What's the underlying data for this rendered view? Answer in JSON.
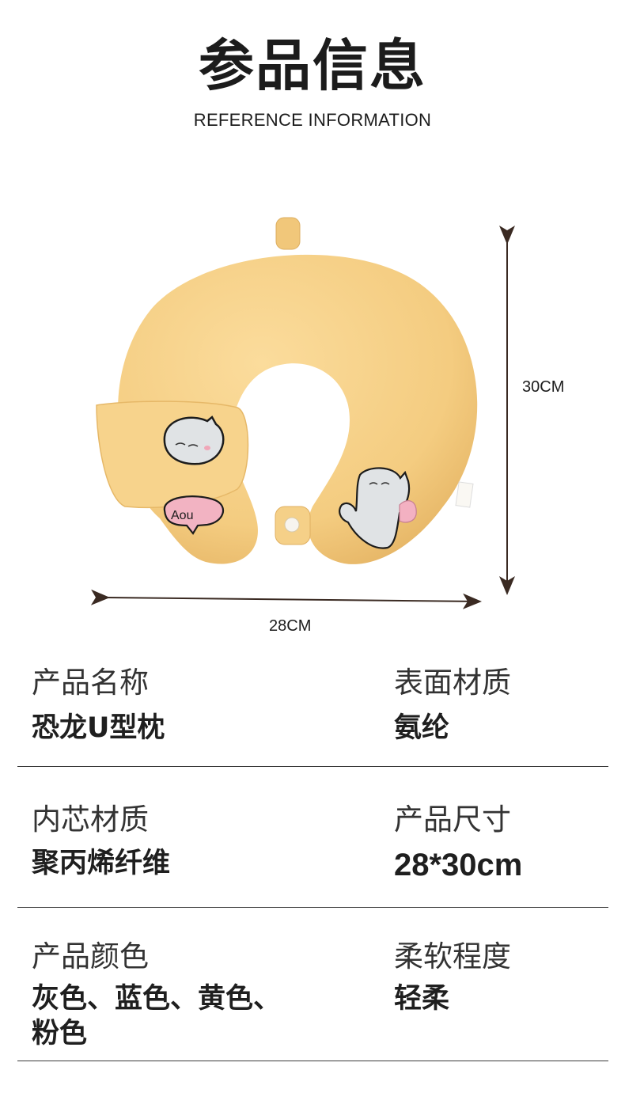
{
  "header": {
    "title": "参品信息",
    "subtitle": "REFERENCE INFORMATION"
  },
  "figure": {
    "width_label": "28CM",
    "height_label": "30CM",
    "bubble_text": "Aou"
  },
  "specs": [
    {
      "left_label": "产品名称",
      "left_value": "恐龙U型枕",
      "right_label": "表面材质",
      "right_value": "氨纶"
    },
    {
      "left_label": "内芯材质",
      "left_value": "聚丙烯纤维",
      "right_label": "产品尺寸",
      "right_value": "28*30cm"
    },
    {
      "left_label": "产品颜色",
      "left_value": "灰色、蓝色、黄色、\n粉色",
      "right_label": "柔软程度",
      "right_value": "轻柔"
    }
  ],
  "colors": {
    "pillow": "#f4cf86",
    "pillow_shadow": "#e2b466",
    "dino": "#dfe1e3",
    "blush": "#f3b9c6",
    "line": "#3a3a3a"
  }
}
